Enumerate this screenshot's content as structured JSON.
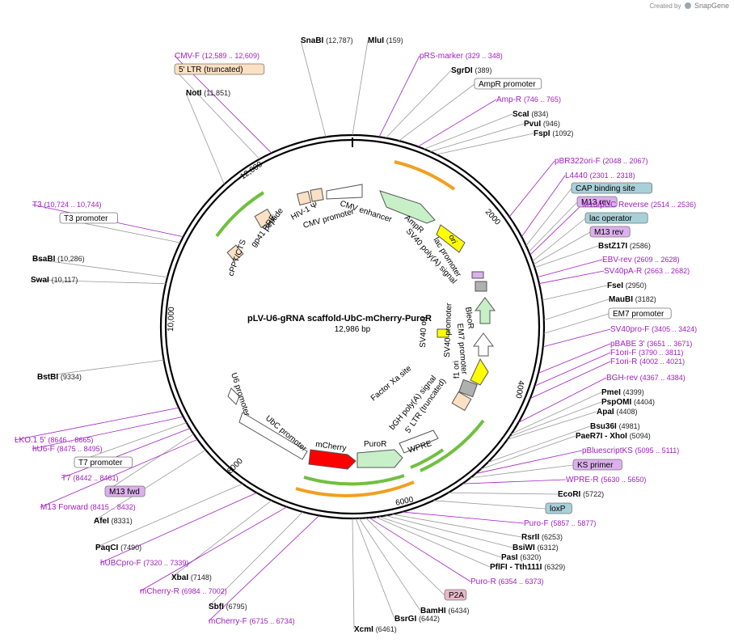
{
  "header": {
    "created_by": "Created by",
    "brand": "SnapGene"
  },
  "plasmid": {
    "name": "pLV-U6-gRNA scaffold-UbC-mCherry-PuroR",
    "size": "12,986 bp",
    "ticks": [
      "2000",
      "4000",
      "6000",
      "8000",
      "10,000",
      "12,000"
    ]
  },
  "labels": [
    {
      "kind": "enzyme",
      "name": "SnaBI",
      "pos": "(12,787)"
    },
    {
      "kind": "enzyme",
      "name": "MluI",
      "pos": "(159)"
    },
    {
      "kind": "primer",
      "name": "CMV-F",
      "range": "(12,589 .. 12,609)"
    },
    {
      "kind": "primer",
      "name": "pRS-marker",
      "range": "(329 .. 348)"
    },
    {
      "kind": "feature",
      "name": "5' LTR (truncated)"
    },
    {
      "kind": "enzyme",
      "name": "SgrDI",
      "pos": "(389)"
    },
    {
      "kind": "feature",
      "name": "AmpR promoter"
    },
    {
      "kind": "enzyme",
      "name": "NotI",
      "pos": "(11,851)"
    },
    {
      "kind": "primer",
      "name": "Amp-R",
      "range": "(746 .. 765)"
    },
    {
      "kind": "enzyme",
      "name": "ScaI",
      "pos": "(834)"
    },
    {
      "kind": "enzyme",
      "name": "PvuI",
      "pos": "(946)"
    },
    {
      "kind": "enzyme",
      "name": "FspI",
      "pos": "(1092)"
    },
    {
      "kind": "primer",
      "name": "pBR322ori-F",
      "range": "(2048 .. 2067)"
    },
    {
      "kind": "primer",
      "name": "L4440",
      "range": "(2301 .. 2318)"
    },
    {
      "kind": "feature",
      "name": "CAP binding site"
    },
    {
      "kind": "feature",
      "name": "M13 rev"
    },
    {
      "kind": "primer",
      "name": "T3",
      "range": "(10,724 .. 10,744)"
    },
    {
      "kind": "primer",
      "name": "M13/pUC Reverse",
      "range": "(2514 .. 2536)"
    },
    {
      "kind": "feature",
      "name": "T3 promoter"
    },
    {
      "kind": "feature",
      "name": "lac operator"
    },
    {
      "kind": "feature",
      "name": "M13 rev"
    },
    {
      "kind": "enzyme",
      "name": "BstZ17I",
      "pos": "(2586)"
    },
    {
      "kind": "enzyme",
      "name": "BsaBI",
      "pos": "(10,286)"
    },
    {
      "kind": "primer",
      "name": "EBV-rev",
      "range": "(2609 .. 2628)"
    },
    {
      "kind": "primer",
      "name": "SV40pA-R",
      "range": "(2663 .. 2682)"
    },
    {
      "kind": "enzyme",
      "name": "SwaI",
      "pos": "(10,117)"
    },
    {
      "kind": "enzyme",
      "name": "FseI",
      "pos": "(2950)"
    },
    {
      "kind": "enzyme",
      "name": "MauBI",
      "pos": "(3182)"
    },
    {
      "kind": "feature",
      "name": "EM7 promoter"
    },
    {
      "kind": "primer",
      "name": "SV40pro-F",
      "range": "(3405 .. 3424)"
    },
    {
      "kind": "primer",
      "name": "pBABE 3'",
      "range": "(3651 .. 3671)"
    },
    {
      "kind": "primer",
      "name": "F1ori-F",
      "range": "(3790 .. 3811)"
    },
    {
      "kind": "primer",
      "name": "F1ori-R",
      "range": "(4002 .. 4021)"
    },
    {
      "kind": "enzyme",
      "name": "BstBI",
      "pos": "(9334)"
    },
    {
      "kind": "primer",
      "name": "BGH-rev",
      "range": "(4367 .. 4384)"
    },
    {
      "kind": "enzyme",
      "name": "PmeI",
      "pos": "(4399)"
    },
    {
      "kind": "enzyme",
      "name": "PspOMI",
      "pos": "(4404)"
    },
    {
      "kind": "enzyme",
      "name": "ApaI",
      "pos": "(4408)"
    },
    {
      "kind": "enzyme",
      "name": "Bsu36I",
      "pos": "(4981)"
    },
    {
      "kind": "enzyme",
      "name": "PaeR7I - XhoI",
      "pos": "(5094)"
    },
    {
      "kind": "primer",
      "name": "LKO.1 5'",
      "range": "(8646 .. 8665)"
    },
    {
      "kind": "primer",
      "name": "hU6-F",
      "range": "(8475 .. 8495)"
    },
    {
      "kind": "primer",
      "name": "pBluescriptKS",
      "range": "(5095 .. 5111)"
    },
    {
      "kind": "feature",
      "name": "T7 promoter"
    },
    {
      "kind": "feature",
      "name": "KS primer"
    },
    {
      "kind": "primer",
      "name": "T7",
      "range": "(8442 .. 8461)"
    },
    {
      "kind": "primer",
      "name": "WPRE-R",
      "range": "(5630 .. 5650)"
    },
    {
      "kind": "feature",
      "name": "M13 fwd"
    },
    {
      "kind": "enzyme",
      "name": "EcoRI",
      "pos": "(5722)"
    },
    {
      "kind": "primer",
      "name": "M13 Forward",
      "range": "(8415 .. 8432)"
    },
    {
      "kind": "feature",
      "name": "loxP"
    },
    {
      "kind": "enzyme",
      "name": "AfeI",
      "pos": "(8331)"
    },
    {
      "kind": "primer",
      "name": "Puro-F",
      "range": "(5857 .. 5877)"
    },
    {
      "kind": "enzyme",
      "name": "RsrII",
      "pos": "(6253)"
    },
    {
      "kind": "enzyme",
      "name": "PaqCI",
      "pos": "(7490)"
    },
    {
      "kind": "enzyme",
      "name": "BsiWI",
      "pos": "(6312)"
    },
    {
      "kind": "primer",
      "name": "hUBCpro-F",
      "range": "(7320 .. 7339)"
    },
    {
      "kind": "enzyme",
      "name": "PasI",
      "pos": "(6320)"
    },
    {
      "kind": "enzyme",
      "name": "PflFI - Tth111I",
      "pos": "(6329)"
    },
    {
      "kind": "enzyme",
      "name": "XbaI",
      "pos": "(7148)"
    },
    {
      "kind": "primer",
      "name": "Puro-R",
      "range": "(6354 .. 6373)"
    },
    {
      "kind": "primer",
      "name": "mCherry-R",
      "range": "(6984 .. 7002)"
    },
    {
      "kind": "feature",
      "name": "P2A"
    },
    {
      "kind": "enzyme",
      "name": "SbfI",
      "pos": "(6795)"
    },
    {
      "kind": "enzyme",
      "name": "BamHI",
      "pos": "(6434)"
    },
    {
      "kind": "primer",
      "name": "mCherry-F",
      "range": "(6715 .. 6734)"
    },
    {
      "kind": "enzyme",
      "name": "BsrGI",
      "pos": "(6442)"
    },
    {
      "kind": "enzyme",
      "name": "XcmI",
      "pos": "(6461)"
    }
  ],
  "inner_labels": [
    "HIV-1 Ψ",
    "CMV enhancer",
    "CMV promoter",
    "AmpR",
    "ori",
    "lac promoter",
    "SV40 poly(A) signal",
    "RRE",
    "gp41 peptide",
    "cPPT/CTS",
    "BleoR",
    "EM7 promoter",
    "SV40 ori",
    "SV40 promoter",
    "f1 ori",
    "Factor Xa site",
    "bGH poly(A) signal",
    "5' LTR (truncated)",
    "WPRE",
    "PuroR",
    "mCherry",
    "UbC promoter",
    "U6 promoter"
  ],
  "colors": {
    "primer": "#a020c0",
    "enzyme": "#000000",
    "feature_ltr": "#fbe0c4",
    "feature_blue": "#a8d0d8",
    "feature_purple": "#dcb0ec",
    "feature_pink": "#e8b8c8",
    "arrow_green": "#c8f0c8",
    "arrow_yellow": "#ffff00",
    "arrow_red": "#ff0000",
    "arc_orange": "#f0a020",
    "arc_green": "#70c040"
  }
}
